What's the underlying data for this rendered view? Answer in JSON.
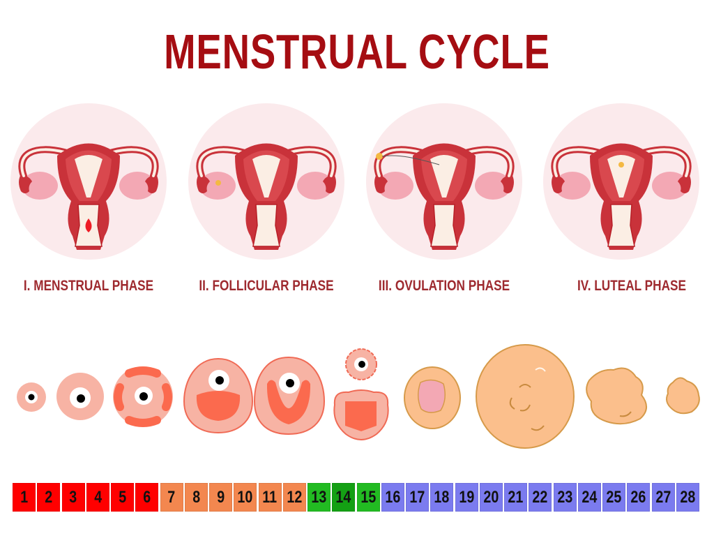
{
  "title": "MENSTRUAL CYCLE",
  "colors": {
    "title": "#a50d12",
    "label": "#9e2a2f",
    "circle_bg": "#fbeaec",
    "uterus_outer": "#c9323a",
    "uterus_inner": "#d9484e",
    "uterus_dark": "#b81f27",
    "cavity": "#fbeee4",
    "ovary": "#f3a8b4",
    "follicle_pink": "#f7b3a4",
    "follicle_red": "#fb6a4e",
    "corpus": "#fbbf8c",
    "corpus_edge": "#d69a4a",
    "menstrual": "#ff0000",
    "follicular": "#f3874f",
    "ovulation": "#22bb22",
    "ovulation_dark": "#14a014",
    "luteal": "#7b7bef"
  },
  "phases": [
    {
      "label": "I. MENSTRUAL PHASE",
      "icon": "uterus-bleeding",
      "marker": "blood-drop"
    },
    {
      "label": "II. FOLLICULAR PHASE",
      "icon": "uterus-follicle",
      "marker": "egg-in-ovary"
    },
    {
      "label": "III. OVULATION PHASE",
      "icon": "uterus-ovulation",
      "marker": "egg-in-tube"
    },
    {
      "label": "IV. LUTEAL PHASE",
      "icon": "uterus-luteal",
      "marker": "egg-in-uterus"
    }
  ],
  "follicle_stages": [
    "primordial-follicle",
    "primary-follicle",
    "secondary-follicle",
    "early-antral-follicle",
    "antral-follicle",
    "ovulation-released-egg",
    "early-corpus-luteum",
    "mature-corpus-luteum",
    "regressing-corpus-luteum",
    "corpus-albicans"
  ],
  "days": [
    {
      "n": "1",
      "phase": "menstrual"
    },
    {
      "n": "2",
      "phase": "menstrual"
    },
    {
      "n": "3",
      "phase": "menstrual"
    },
    {
      "n": "4",
      "phase": "menstrual"
    },
    {
      "n": "5",
      "phase": "menstrual"
    },
    {
      "n": "6",
      "phase": "menstrual"
    },
    {
      "n": "7",
      "phase": "follicular"
    },
    {
      "n": "8",
      "phase": "follicular"
    },
    {
      "n": "9",
      "phase": "follicular"
    },
    {
      "n": "10",
      "phase": "follicular"
    },
    {
      "n": "11",
      "phase": "follicular"
    },
    {
      "n": "12",
      "phase": "follicular"
    },
    {
      "n": "13",
      "phase": "ovulation"
    },
    {
      "n": "14",
      "phase": "ovulation_dark"
    },
    {
      "n": "15",
      "phase": "ovulation"
    },
    {
      "n": "16",
      "phase": "luteal"
    },
    {
      "n": "17",
      "phase": "luteal"
    },
    {
      "n": "18",
      "phase": "luteal"
    },
    {
      "n": "19",
      "phase": "luteal"
    },
    {
      "n": "20",
      "phase": "luteal"
    },
    {
      "n": "21",
      "phase": "luteal"
    },
    {
      "n": "22",
      "phase": "luteal"
    },
    {
      "n": "23",
      "phase": "luteal"
    },
    {
      "n": "24",
      "phase": "luteal"
    },
    {
      "n": "25",
      "phase": "luteal"
    },
    {
      "n": "26",
      "phase": "luteal"
    },
    {
      "n": "27",
      "phase": "luteal"
    },
    {
      "n": "28",
      "phase": "luteal"
    }
  ]
}
